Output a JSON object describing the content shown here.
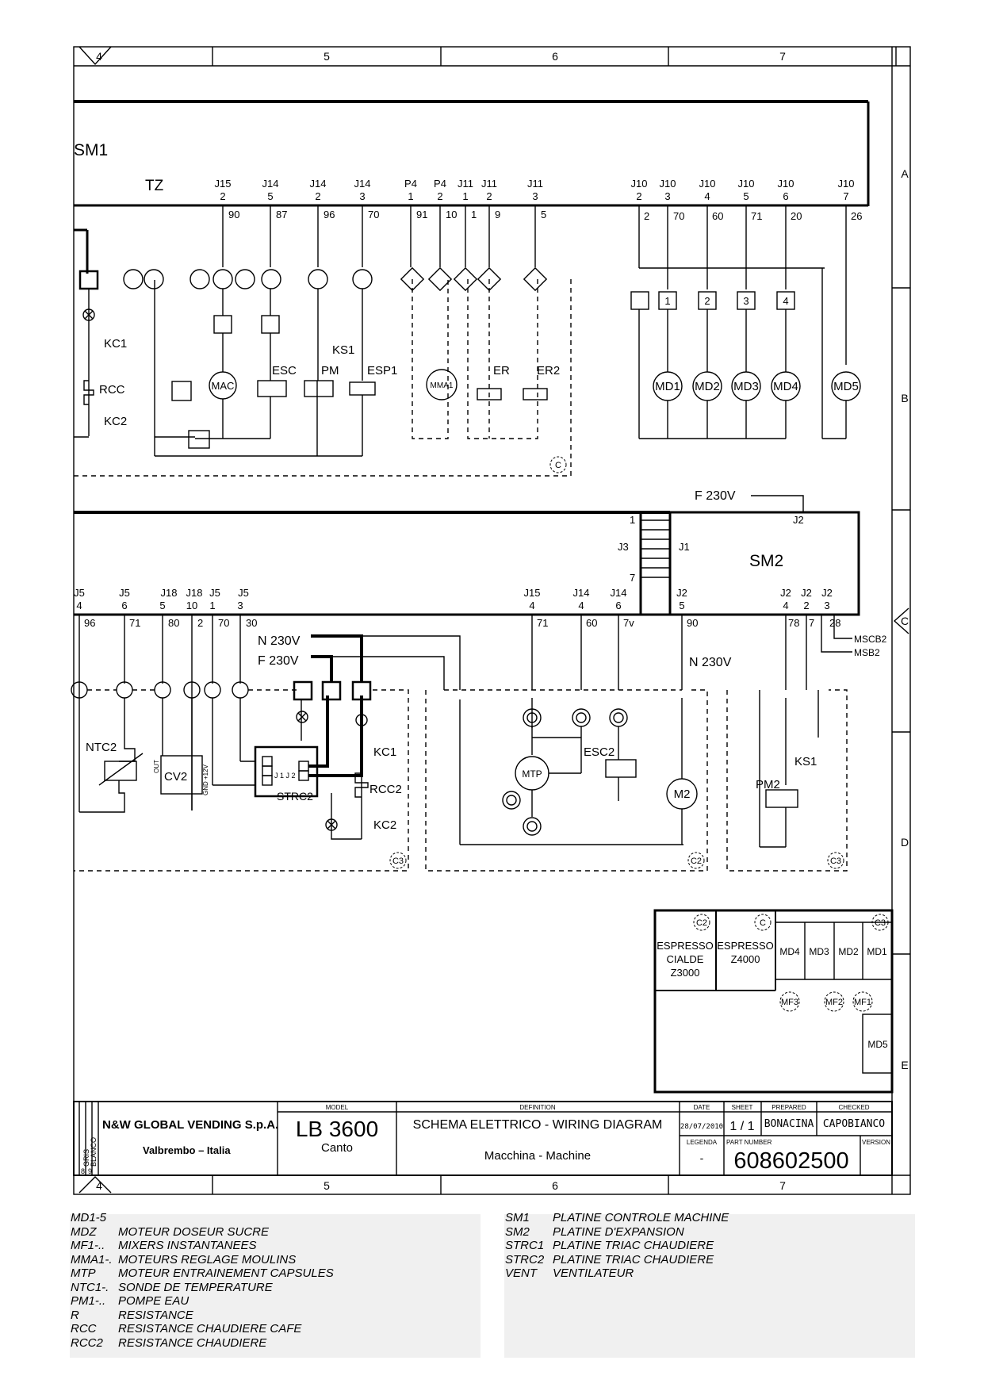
{
  "frame": {
    "columns": [
      "4",
      "5",
      "6",
      "7"
    ],
    "rows": [
      "A",
      "B",
      "C",
      "D",
      "E"
    ]
  },
  "boards": {
    "sm1": "SM1",
    "sm2": "SM2",
    "tz": "TZ",
    "strc2": "STRC2",
    "sm2_supply": "F 230V",
    "n_supply": "N 230V",
    "f_supply": "F 230V",
    "n_supply_2": "N 230V",
    "msbc": "MSCB2",
    "msb": "MSB2"
  },
  "sm1_connectors": [
    {
      "conn": "J15",
      "pin": "2",
      "wire": "90"
    },
    {
      "conn": "J14",
      "pin": "5",
      "wire": "87"
    },
    {
      "conn": "J14",
      "pin": "2",
      "wire": "96"
    },
    {
      "conn": "J14",
      "pin": "3",
      "wire": "70"
    },
    {
      "conn": "P4",
      "pin": "1",
      "wire": "91"
    },
    {
      "conn": "P4",
      "pin": "2",
      "wire": "10"
    },
    {
      "conn": "J11",
      "pin": "1",
      "wire": "1"
    },
    {
      "conn": "J11",
      "pin": "2",
      "wire": "9"
    },
    {
      "conn": "J11",
      "pin": "3",
      "wire": "5"
    },
    {
      "conn": "J10",
      "pin": "2",
      "wire": "2"
    },
    {
      "conn": "J10",
      "pin": "3",
      "wire": "70"
    },
    {
      "conn": "J10",
      "pin": "4",
      "wire": "60"
    },
    {
      "conn": "J10",
      "pin": "5",
      "wire": "71"
    },
    {
      "conn": "J10",
      "pin": "6",
      "wire": "20"
    },
    {
      "conn": "J10",
      "pin": "7",
      "wire": "26"
    }
  ],
  "sm2_connectors": [
    {
      "conn": "J5",
      "pin": "4",
      "wire": "96"
    },
    {
      "conn": "J5",
      "pin": "6",
      "wire": "71"
    },
    {
      "conn": "J18",
      "pin": "5",
      "wire": "80"
    },
    {
      "conn": "J18",
      "pin": "10",
      "wire": "2"
    },
    {
      "conn": "J5",
      "pin": "1",
      "wire": "70"
    },
    {
      "conn": "J5",
      "pin": "3",
      "wire": "30"
    },
    {
      "conn": "J15",
      "pin": "4",
      "wire": "71"
    },
    {
      "conn": "J14",
      "pin": "4",
      "wire": "60"
    },
    {
      "conn": "J14",
      "pin": "6",
      "wire": "7v"
    },
    {
      "conn": "J2",
      "pin": "5",
      "wire": "90"
    },
    {
      "conn": "J2",
      "pin": "4",
      "wire": "78"
    },
    {
      "conn": "J2",
      "pin": "2",
      "wire": "7"
    },
    {
      "conn": "J2",
      "pin": "3",
      "wire": "28"
    }
  ],
  "sm2_ports": {
    "j3": "J3",
    "j1": "J1",
    "j2": "J2",
    "pin1": "1",
    "pin7": "7"
  },
  "components_top": {
    "mac": "MAC",
    "esc": "ESC",
    "pm": "PM",
    "esp1": "ESP1",
    "mma1": "MMA1",
    "er": "ER",
    "er2": "ER2",
    "kc1": "KC1",
    "rcc": "RCC",
    "kc2": "KC2",
    "ks1": "KS1",
    "md": [
      "MD1",
      "MD2",
      "MD3",
      "MD4",
      "MD5"
    ],
    "md_terms": [
      "1",
      "2",
      "3",
      "4"
    ]
  },
  "components_bottom": {
    "ntc2": "NTC2",
    "cv2": "CV2",
    "kc1": "KC1",
    "rcc2": "RCC2",
    "kc2": "KC2",
    "mtp": "MTP",
    "esc2": "ESC2",
    "m2": "M2",
    "ks1": "KS1",
    "pm2": "PM2",
    "cv2_out": "OUT",
    "cv2_gnd": "GND +12V",
    "strc2_pins": "J 1 J 2"
  },
  "cloud_tags": {
    "c": "C",
    "c2": "C2",
    "c3": "C3"
  },
  "version_table": {
    "col_c2": "ESPRESSO CIALDE Z3000",
    "col_c2_lines": [
      "ESPRESSO",
      "CIALDE",
      "Z3000"
    ],
    "col_c_lines": [
      "ESPRESSO",
      "Z4000"
    ],
    "md_cols": [
      "MD4",
      "MD3",
      "MD2",
      "MD1"
    ],
    "mf": [
      "MF3",
      "MF2",
      "MF1"
    ],
    "md5": "MD5"
  },
  "title_block": {
    "company": "N&W GLOBAL VENDING S.p.A.",
    "location": "Valbrembo – Italia",
    "model_label": "MODEL",
    "model": "LB 3600",
    "model_sub": "Canto",
    "definition_label": "DEFINITION",
    "definition": "SCHEMA ELETTRICO - WIRING DIAGRAM",
    "definition_sub": "Macchina - Machine",
    "date_label": "DATE",
    "date": "28/07/2010",
    "sheet_label": "SHEET",
    "sheet": "1 / 1",
    "prepared_label": "PREPARED",
    "prepared": "BONACINA",
    "checked_label": "CHECKED",
    "checked": "CAPOBIANCO",
    "legenda_label": "LEGENDA",
    "legenda": "-",
    "part_label": "PART NUMBER",
    "part_number": "608602500",
    "version_label": "VERSION",
    "side_tags": [
      "GRIS",
      "BLANCO",
      "8",
      "9"
    ]
  },
  "legend_left": [
    {
      "code": "MD1-5",
      "desc": ""
    },
    {
      "code": "MDZ",
      "desc": "MOTEUR DOSEUR SUCRE"
    },
    {
      "code": "MF1-..",
      "desc": "MIXERS INSTANTANEES"
    },
    {
      "code": "MMA1-.",
      "desc": "MOTEURS REGLAGE MOULINS"
    },
    {
      "code": "MTP",
      "desc": "MOTEUR ENTRAINEMENT CAPSULES"
    },
    {
      "code": "NTC1-.",
      "desc": "SONDE DE TEMPERATURE"
    },
    {
      "code": "PM1-..",
      "desc": "POMPE EAU"
    },
    {
      "code": "R",
      "desc": "RESISTANCE"
    },
    {
      "code": "RCC",
      "desc": "RESISTANCE CHAUDIERE CAFE"
    },
    {
      "code": "RCC2",
      "desc": "RESISTANCE CHAUDIERE"
    }
  ],
  "legend_right": [
    {
      "code": "SM1",
      "desc": "PLATINE CONTROLE MACHINE"
    },
    {
      "code": "SM2",
      "desc": "PLATINE D'EXPANSION"
    },
    {
      "code": "STRC1",
      "desc": "PLATINE TRIAC CHAUDIERE"
    },
    {
      "code": "STRC2",
      "desc": "PLATINE TRIAC CHAUDIERE"
    },
    {
      "code": "VENT",
      "desc": "VENTILATEUR"
    }
  ]
}
